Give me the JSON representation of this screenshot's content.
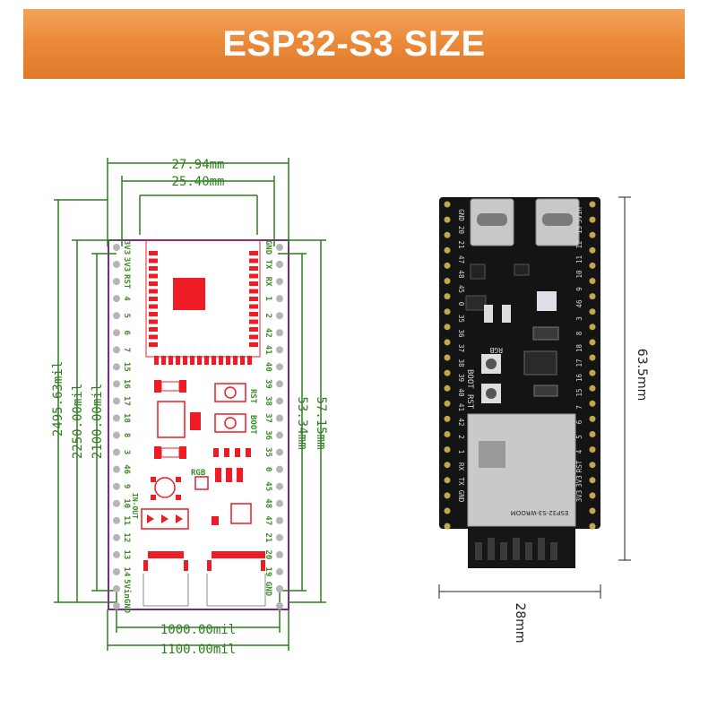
{
  "banner": {
    "title": "ESP32-S3 SIZE"
  },
  "left_diagram": {
    "width_outer": "27.94mm",
    "width_inner": "25.40mm",
    "height_outer_mil": "2495.63mil",
    "height_mid_mil": "2250.00mil",
    "height_inner_mil": "2100.00mil",
    "height_mm_1": "53.34mm",
    "height_mm_2": "57.15mm",
    "bottom_inner_mil": "1000.00mil",
    "bottom_outer_mil": "1100.00mil",
    "pins_left": [
      "3V3",
      "3V3",
      "RST",
      "4",
      "5",
      "6",
      "7",
      "15",
      "16",
      "17",
      "18",
      "8",
      "3",
      "46",
      "9",
      "10",
      "11",
      "12",
      "13",
      "14",
      "5Vin",
      "GND"
    ],
    "pins_right": [
      "GND",
      "TX",
      "RX",
      "1",
      "2",
      "42",
      "41",
      "40",
      "39",
      "38",
      "37",
      "36",
      "35",
      "0",
      "45",
      "48",
      "47",
      "21",
      "20",
      "19",
      "GND"
    ],
    "labels": {
      "rst": "RST",
      "boot": "BOOT",
      "rgb": "RGB",
      "inout": "IN-OUT"
    }
  },
  "right_photo": {
    "height_label": "63.5mm",
    "width_label": "28mm",
    "silk_left": [
      "GND",
      "20",
      "21",
      "47",
      "48",
      "45",
      "0",
      "35",
      "36",
      "37",
      "38",
      "39",
      "40",
      "41",
      "42",
      "2",
      "1",
      "RX",
      "TX",
      "GND"
    ],
    "silk_right": [
      "5Vin",
      "13",
      "12",
      "11",
      "10",
      "9",
      "46",
      "3",
      "8",
      "18",
      "17",
      "16",
      "15",
      "7",
      "6",
      "5",
      "4",
      "RST",
      "3V3",
      "3V3"
    ],
    "silk_labels": {
      "rst": "RST",
      "boot": "BOOT",
      "rgb": "RGB"
    },
    "module_text": "ESP32-S3-WROOM"
  },
  "colors": {
    "dim_green": "#2e7d1f",
    "board_outline": "#7a2a8a",
    "component_red": "#ee1c25",
    "pcb_black": "#141414"
  }
}
